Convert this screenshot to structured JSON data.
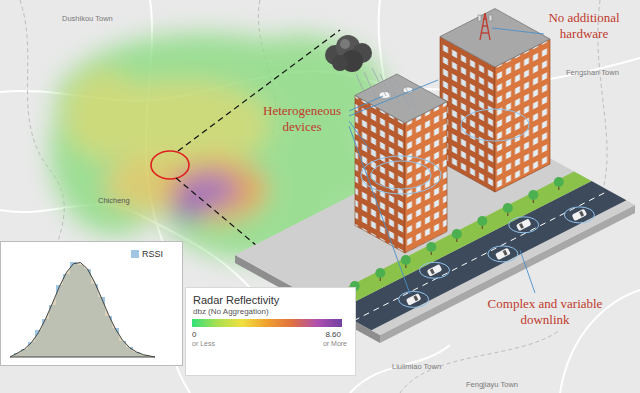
{
  "diagram": {
    "nodes": [
      {
        "text": [
          "Radar Reflectivity",
          "dbz (No Aggregation)",
          "0",
          "or Less",
          "8.60",
          "or More"
        ]
      }
    ],
    "labels": [
      "No additional hardware",
      "Heterogeneous devices",
      "Complex and variable downlink",
      "Dushikou Town",
      "Chicheng",
      "Fengshan Town",
      "Liulimiao Town",
      "Fengjiayu Town"
    ],
    "legend": [
      {
        "text": "RSSI",
        "color": "#9fc6e4"
      }
    ]
  }
}
